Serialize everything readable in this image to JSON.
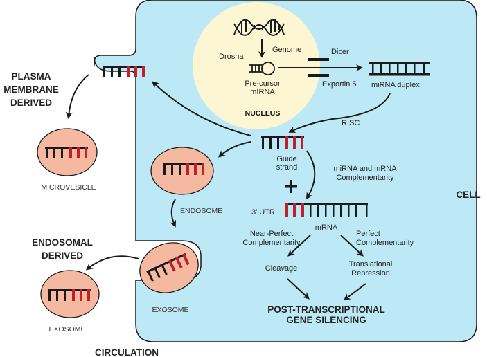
{
  "colors": {
    "cell_fill": "#bde8f5",
    "cell_stroke": "#1a1a1a",
    "nucleus_fill": "#fdf6d3",
    "vesicle_fill": "#f4b9a0",
    "strand_black": "#1a1a1a",
    "strand_red": "#c0202a"
  },
  "labels": {
    "genome": "Genome",
    "drosha": "Drosha",
    "precursor_line1": "Pre-cursor",
    "precursor_line2": "mIRNA",
    "nucleus": "NUCLEUS",
    "dicer": "Dicer",
    "exportin": "Exportin 5",
    "duplex": "miRNA duplex",
    "risc": "RISC",
    "guide_line1": "Guide",
    "guide_line2": "strand",
    "plus": "+",
    "complementarity_line1": "miRNA and mRNA",
    "complementarity_line2": "Complementarity",
    "utr": "3' UTR",
    "mrna": "mRNA",
    "near_perfect_line1": "Near-Perfect",
    "near_perfect_line2": "Complementarity",
    "perfect_line1": "Perfect",
    "perfect_line2": "Complementarity",
    "cleavage": "Cleavage",
    "translational_line1": "Translational",
    "translational_line2": "Repression",
    "silencing_line1": "POST-TRANSCRIPTIONAL",
    "silencing_line2": "GENE SILENCING",
    "endosome": "ENDOSOME",
    "exosome_inner": "EXOSOME",
    "exosome_outer": "EXOSOME",
    "microvesicle": "MICROVESICLE",
    "plasma_line1": "PLASMA",
    "plasma_line2": "MEMBRANE",
    "plasma_line3": "DERIVED",
    "endosomal_line1": "ENDOSOMAL",
    "endosomal_line2": "DERIVED",
    "circulation": "CIRCULATION",
    "cell": "CELL"
  }
}
